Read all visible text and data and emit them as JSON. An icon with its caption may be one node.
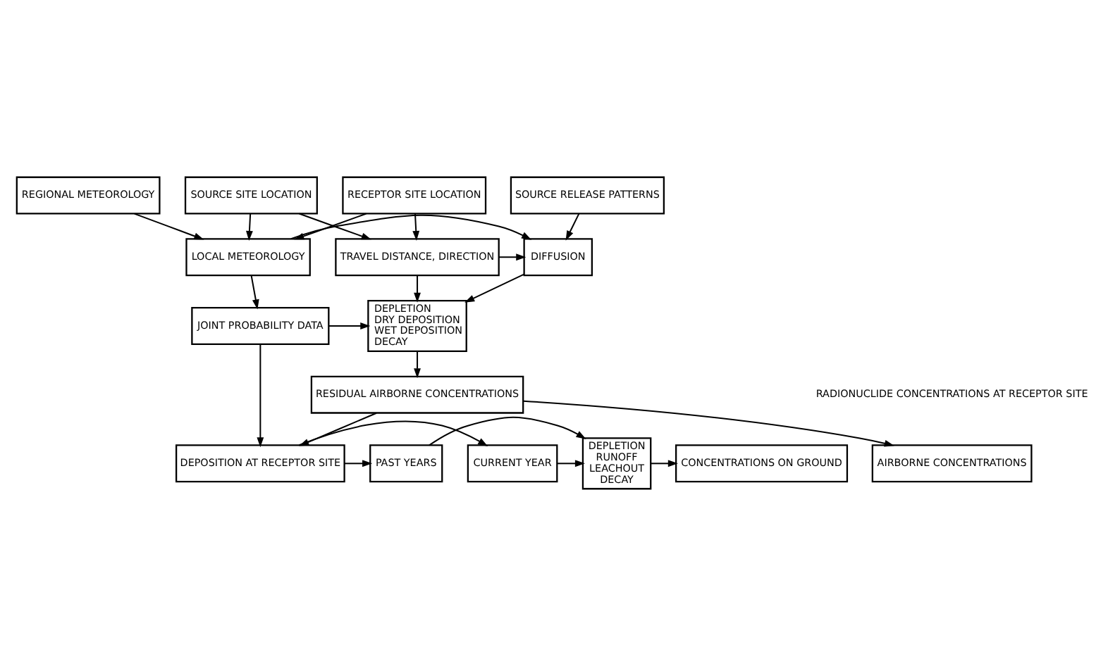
{
  "diagram": {
    "nodes": [
      {
        "text": [
          "REGIONAL METEOROLOGY"
        ]
      },
      {
        "text": [
          "SOURCE RELEASE PATTERNS"
        ]
      },
      {
        "text": [
          "SOURCE SITE LOCATION"
        ]
      },
      {
        "text": [
          "RECEPTOR SITE LOCATION"
        ]
      },
      {
        "text": [
          "LOCAL METEOROLOGY"
        ]
      },
      {
        "text": [
          "DIFFUSION"
        ]
      },
      {
        "text": [
          "TRAVEL DISTANCE, DIRECTION"
        ]
      },
      {
        "text": [
          "JOINT PROBABILITY DATA"
        ]
      },
      {
        "text": [
          "DEPLETION",
          "DRY DEPOSITION",
          "WET DEPOSITION",
          "DECAY"
        ]
      },
      {
        "text": [
          "RESIDUAL AIRBORNE CONCENTRATIONS"
        ]
      },
      {
        "text": [
          "AIRBORNE CONCENTRATIONS"
        ]
      },
      {
        "text": [
          "DEPOSITION AT RECEPTOR SITE"
        ]
      },
      {
        "text": [
          "CURRENT YEAR"
        ]
      },
      {
        "text": [
          "PAST YEARS"
        ]
      },
      {
        "text": [
          "DEPLETION",
          "RUNOFF",
          "LEACHOUT",
          "DECAY"
        ]
      },
      {
        "text": [
          "CONCENTRATIONS ON GROUND"
        ]
      }
    ],
    "edges": [
      {
        "from": 0,
        "to": 4,
        "arrow": "to"
      },
      {
        "from": 2,
        "to": 4,
        "arrow": "to"
      },
      {
        "from": 3,
        "to": 4,
        "arrow": "to"
      },
      {
        "from": 1,
        "to": 5,
        "arrow": "to"
      },
      {
        "from": 2,
        "to": 6,
        "arrow": "to"
      },
      {
        "from": 3,
        "to": 6,
        "arrow": "to"
      },
      {
        "from": 4,
        "to": 5,
        "arrow": "to"
      },
      {
        "from": 6,
        "to": 5,
        "arrow": "to"
      },
      {
        "from": 4,
        "to": 7,
        "arrow": "to"
      },
      {
        "from": 5,
        "to": 8,
        "arrow": "to"
      },
      {
        "from": 7,
        "to": 8,
        "arrow": "to"
      },
      {
        "from": 6,
        "to": 8,
        "arrow": "to"
      },
      {
        "from": 8,
        "to": 9,
        "arrow": "to"
      },
      {
        "from": 9,
        "to": 10,
        "arrow": "to"
      },
      {
        "from": 7,
        "to": 11,
        "arrow": "to"
      },
      {
        "from": 9,
        "to": 11,
        "arrow": "to"
      },
      {
        "from": 11,
        "to": 12,
        "arrow": "to"
      },
      {
        "from": 11,
        "to": 13,
        "arrow": "to"
      },
      {
        "from": 12,
        "to": 14,
        "arrow": "to"
      },
      {
        "from": 13,
        "to": 14,
        "arrow": "to"
      },
      {
        "from": 14,
        "to": 15,
        "arrow": "to"
      }
    ],
    "labels": [
      "RADIONUCLIDE CONCENTRATIONS AT RECEPTOR SITE"
    ]
  }
}
